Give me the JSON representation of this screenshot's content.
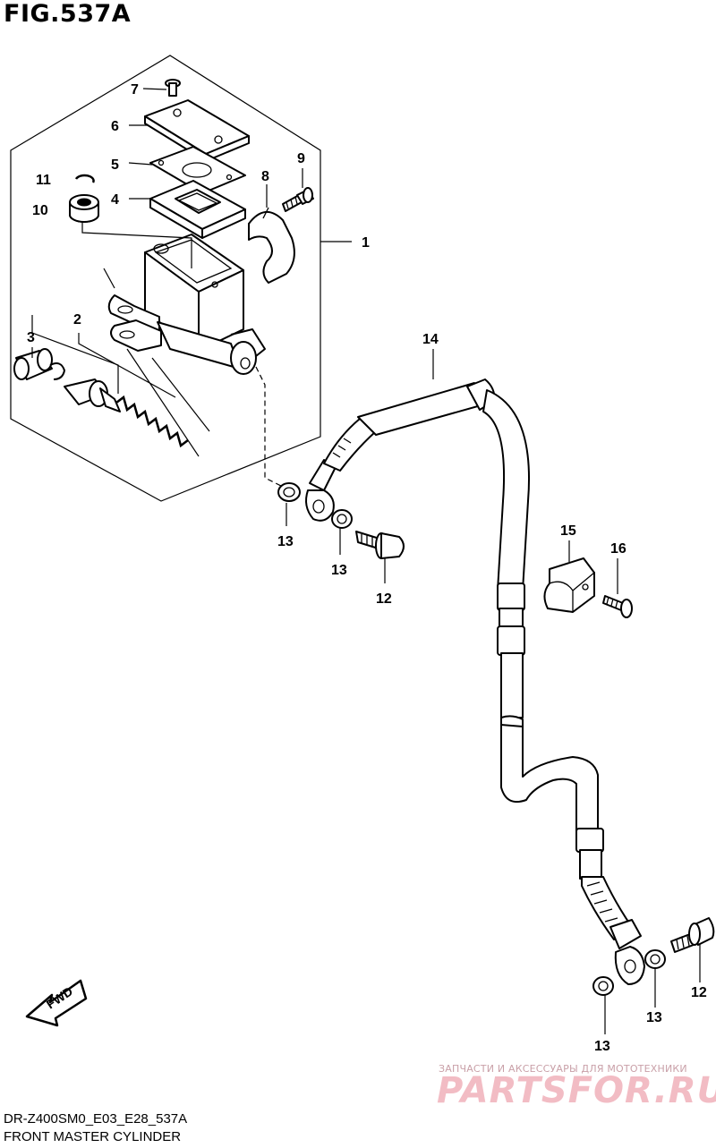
{
  "figure": {
    "title": "FIG.537A",
    "code": "DR-Z400SM0_E03_E28_537A",
    "name": "FRONT MASTER CYLINDER"
  },
  "fwd_label": "FWD",
  "watermark": {
    "tagline": "ЗАПЧАСТИ И АКСЕССУАРЫ ДЛЯ МОТОТЕХНИКИ",
    "brand": "PARTSFOR.RU"
  },
  "callouts": [
    {
      "id": "c7",
      "label": "7"
    },
    {
      "id": "c6",
      "label": "6"
    },
    {
      "id": "c5",
      "label": "5"
    },
    {
      "id": "c4",
      "label": "4"
    },
    {
      "id": "c11",
      "label": "11"
    },
    {
      "id": "c10",
      "label": "10"
    },
    {
      "id": "c9",
      "label": "9"
    },
    {
      "id": "c8",
      "label": "8"
    },
    {
      "id": "c1",
      "label": "1"
    },
    {
      "id": "c2",
      "label": "2"
    },
    {
      "id": "c3",
      "label": "3"
    },
    {
      "id": "c14",
      "label": "14"
    },
    {
      "id": "c13a",
      "label": "13"
    },
    {
      "id": "c13b",
      "label": "13"
    },
    {
      "id": "c12a",
      "label": "12"
    },
    {
      "id": "c15",
      "label": "15"
    },
    {
      "id": "c16",
      "label": "16"
    },
    {
      "id": "c12b",
      "label": "12"
    },
    {
      "id": "c13c",
      "label": "13"
    },
    {
      "id": "c13d",
      "label": "13"
    }
  ]
}
